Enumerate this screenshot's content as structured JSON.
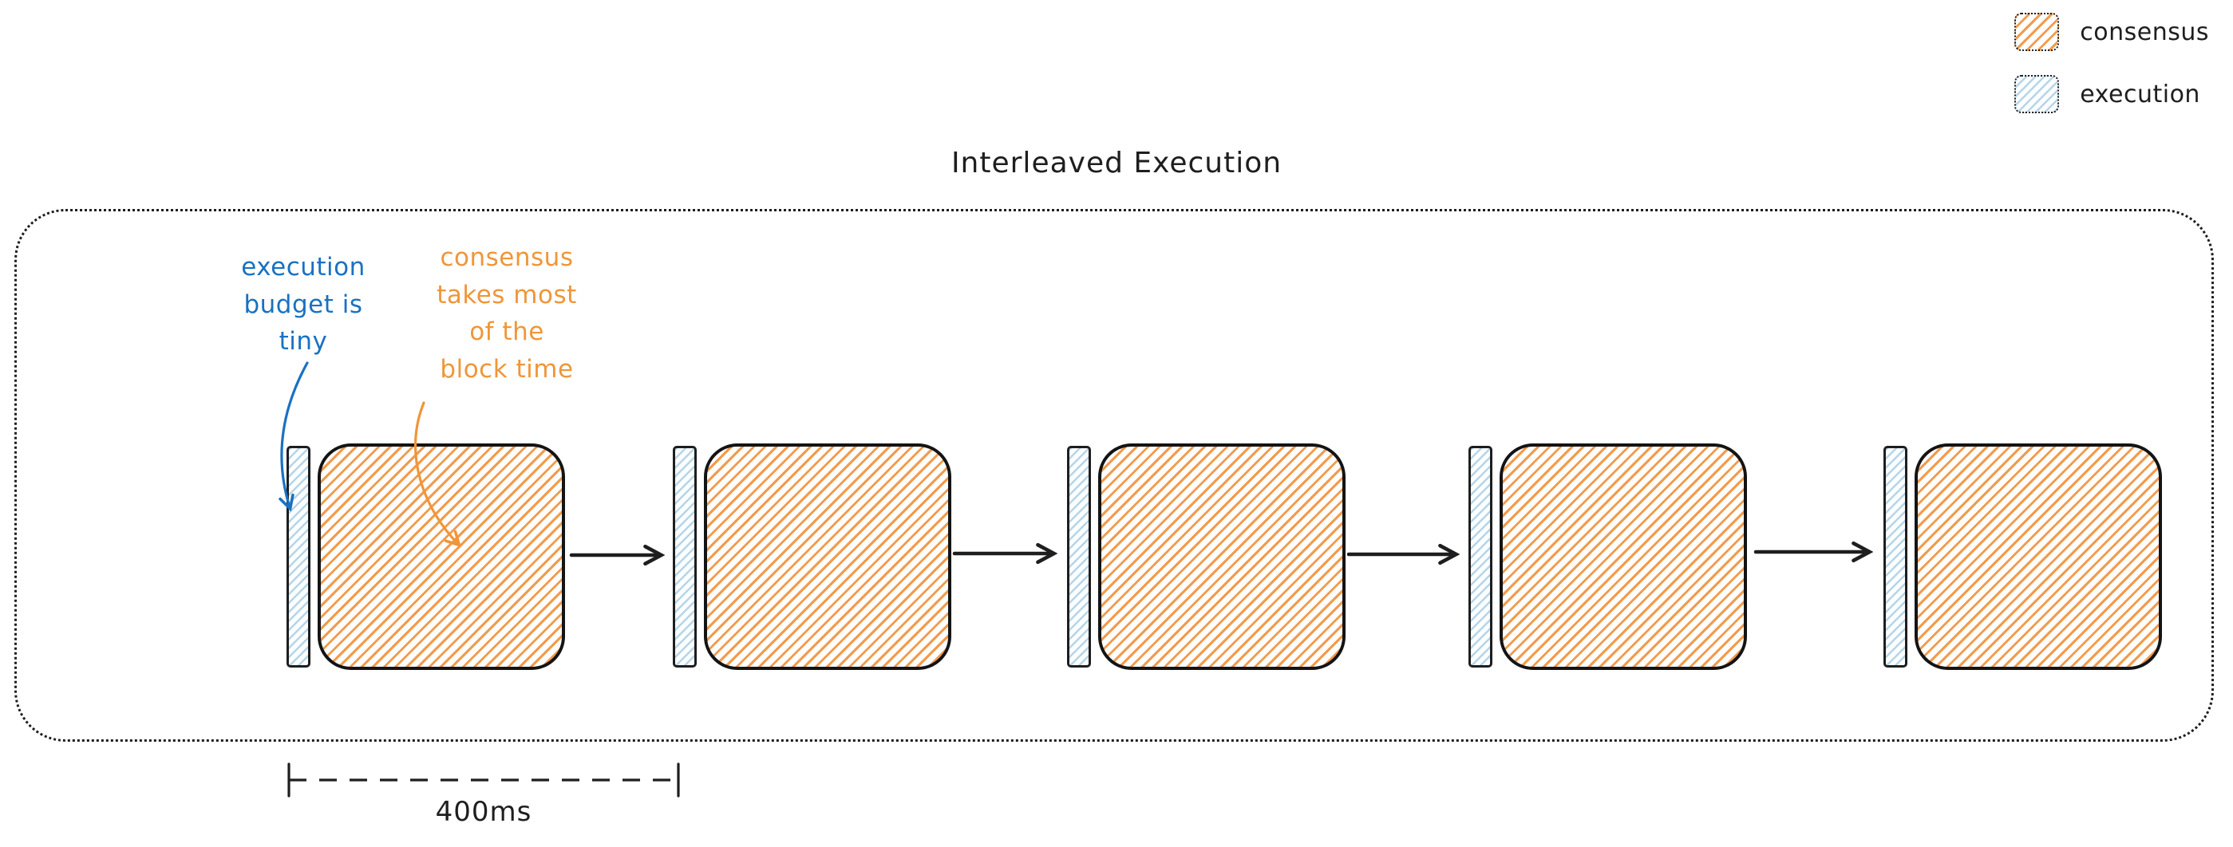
{
  "title": "Interleaved Execution",
  "legend": {
    "items": [
      {
        "label": "consensus",
        "swatch": "orange-hatch",
        "color": "#f29b4d"
      },
      {
        "label": "execution",
        "swatch": "blue-hatch",
        "color": "#b5d5e9"
      }
    ]
  },
  "annotations": {
    "execution_note": {
      "text": "execution\nbudget is\ntiny",
      "color": "#1971c2"
    },
    "consensus_note": {
      "text": "consensus\ntakes most\nof the\nblock time",
      "color": "#ef9639"
    }
  },
  "measurement": {
    "label": "400ms"
  },
  "diagram": {
    "block_count": 5,
    "unit_parts": [
      "execution-bar",
      "consensus-block"
    ],
    "flow": "left-to-right"
  },
  "colors": {
    "stroke": "#1e1e1e",
    "consensus_hatch": "#f29b4d",
    "execution_hatch": "#b5d5e9",
    "note_blue": "#1971c2",
    "note_orange": "#ef9639"
  }
}
